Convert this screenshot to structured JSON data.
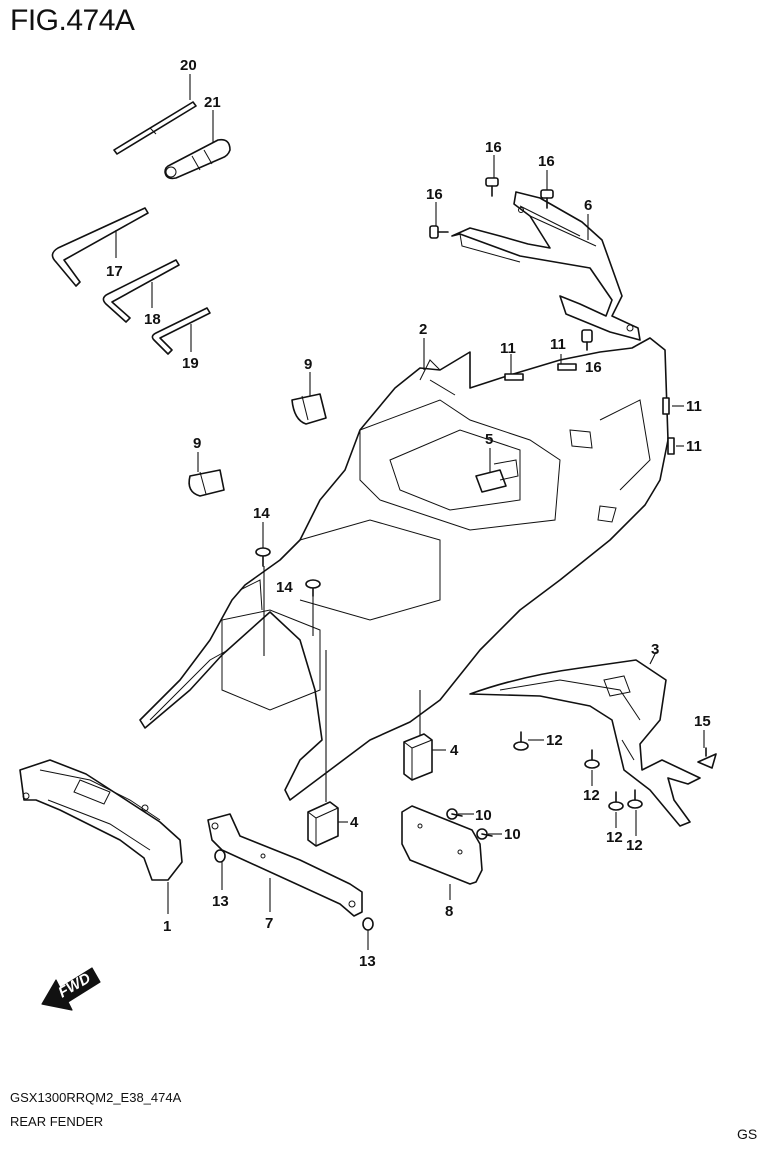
{
  "title": "FIG.474A",
  "footer": {
    "model_code": "GSX1300RRQM2_E38_474A",
    "section_name": "REAR FENDER",
    "region_code": "GS"
  },
  "fwd_label": "FWD",
  "callouts": [
    {
      "id": "c20",
      "label": "20"
    },
    {
      "id": "c21",
      "label": "21"
    },
    {
      "id": "c17",
      "label": "17"
    },
    {
      "id": "c18",
      "label": "18"
    },
    {
      "id": "c19",
      "label": "19"
    },
    {
      "id": "c16a",
      "label": "16"
    },
    {
      "id": "c16b",
      "label": "16"
    },
    {
      "id": "c16c",
      "label": "16"
    },
    {
      "id": "c16d",
      "label": "16"
    },
    {
      "id": "c6",
      "label": "6"
    },
    {
      "id": "c2",
      "label": "2"
    },
    {
      "id": "c11a",
      "label": "11"
    },
    {
      "id": "c11b",
      "label": "11"
    },
    {
      "id": "c11c",
      "label": "11"
    },
    {
      "id": "c11d",
      "label": "11"
    },
    {
      "id": "c9a",
      "label": "9"
    },
    {
      "id": "c9b",
      "label": "9"
    },
    {
      "id": "c5",
      "label": "5"
    },
    {
      "id": "c14a",
      "label": "14"
    },
    {
      "id": "c14b",
      "label": "14"
    },
    {
      "id": "c3",
      "label": "3"
    },
    {
      "id": "c15",
      "label": "15"
    },
    {
      "id": "c12a",
      "label": "12"
    },
    {
      "id": "c12b",
      "label": "12"
    },
    {
      "id": "c12c",
      "label": "12"
    },
    {
      "id": "c12d",
      "label": "12"
    },
    {
      "id": "c4a",
      "label": "4"
    },
    {
      "id": "c4b",
      "label": "4"
    },
    {
      "id": "c10a",
      "label": "10"
    },
    {
      "id": "c10b",
      "label": "10"
    },
    {
      "id": "c1",
      "label": "1"
    },
    {
      "id": "c7",
      "label": "7"
    },
    {
      "id": "c8",
      "label": "8"
    },
    {
      "id": "c13a",
      "label": "13"
    },
    {
      "id": "c13b",
      "label": "13"
    }
  ]
}
